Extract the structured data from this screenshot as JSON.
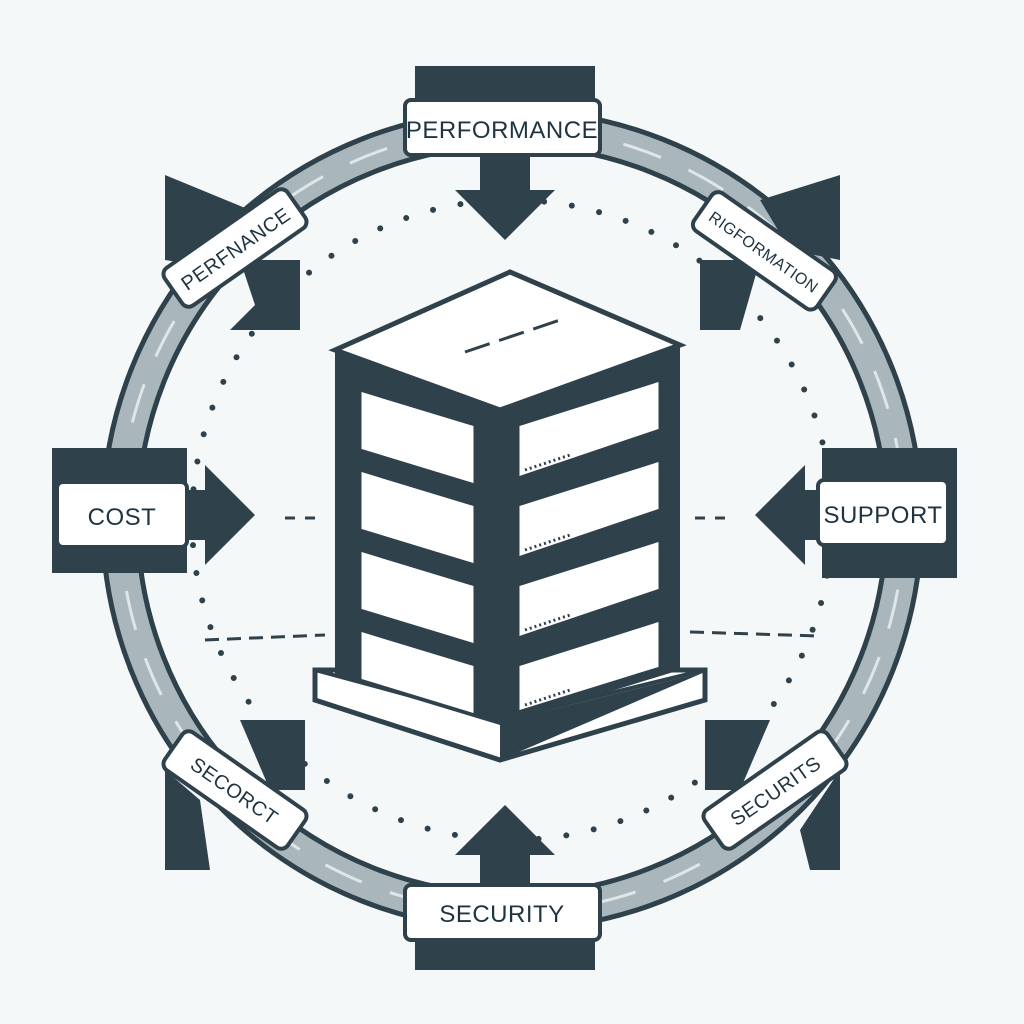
{
  "diagram": {
    "center_label": "",
    "labels": {
      "top": "PERFORMANCE",
      "top_left": "PERFNANCE",
      "top_right": "RIGFORMATION",
      "left": "COST",
      "right": "SUPPORT",
      "bottom_left": "SECORCT",
      "bottom": "SECURITY",
      "bottom_right": "SECURITS"
    },
    "colors": {
      "dark": "#2f414b",
      "ring": "#a9b6bb",
      "background": "#f5f8f9"
    }
  }
}
